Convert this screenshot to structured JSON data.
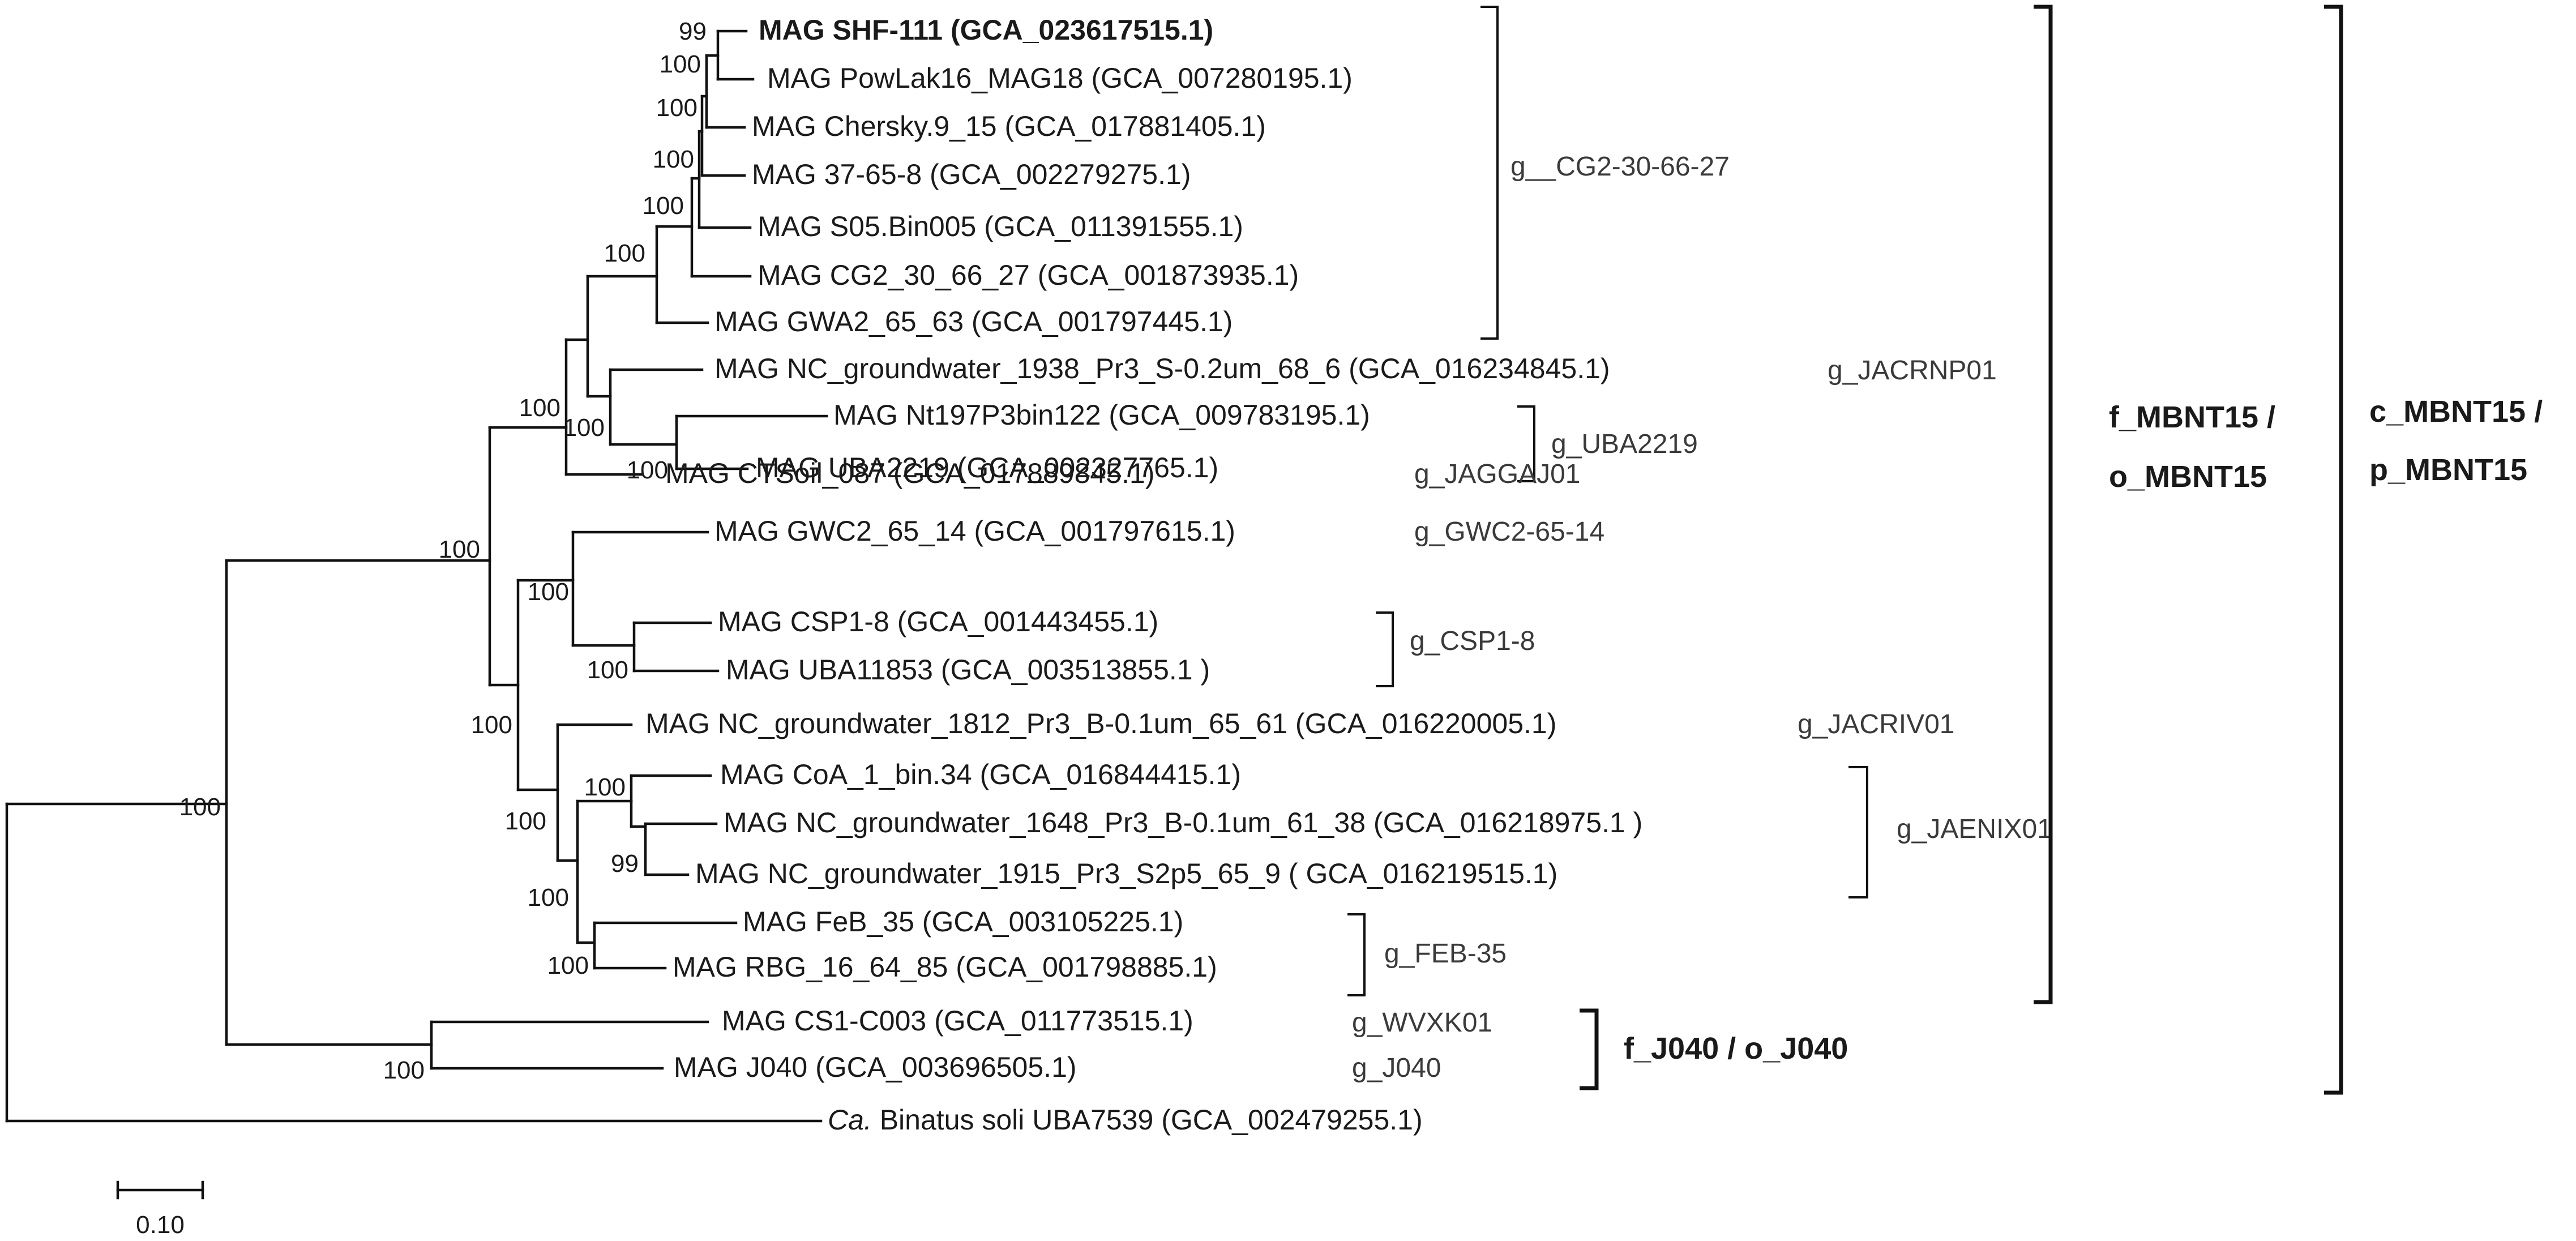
{
  "leaves": [
    {
      "label": "MAG SHF-111 (GCA_023617515.1)",
      "bold": true
    },
    {
      "label": "MAG PowLak16_MAG18 (GCA_007280195.1)"
    },
    {
      "label": "MAG Chersky.9_15 (GCA_017881405.1)"
    },
    {
      "label": "MAG 37-65-8 (GCA_002279275.1)"
    },
    {
      "label": "MAG S05.Bin005 (GCA_011391555.1)"
    },
    {
      "label": "MAG CG2_30_66_27 (GCA_001873935.1)"
    },
    {
      "label": "MAG GWA2_65_63 (GCA_001797445.1)"
    },
    {
      "label": "MAG NC_groundwater_1938_Pr3_S-0.2um_68_6 (GCA_016234845.1)"
    },
    {
      "label": "MAG Nt197P3bin122  (GCA_009783195.1)"
    },
    {
      "label": "MAG UBA2219 (GCA_002327765.1)"
    },
    {
      "label": "MAG CTSoil_087 (GCA_017889845.1)"
    },
    {
      "label": "MAG GWC2_65_14 (GCA_001797615.1)"
    },
    {
      "label": "MAG CSP1-8 (GCA_001443455.1)"
    },
    {
      "label": "MAG UBA11853 (GCA_003513855.1 )"
    },
    {
      "label": "MAG NC_groundwater_1812_Pr3_B-0.1um_65_61 (GCA_016220005.1)"
    },
    {
      "label": "MAG CoA_1_bin.34 (GCA_016844415.1)"
    },
    {
      "label": "MAG NC_groundwater_1648_Pr3_B-0.1um_61_38 (GCA_016218975.1 )"
    },
    {
      "label": "MAG NC_groundwater_1915_Pr3_S2p5_65_9 ( GCA_016219515.1)"
    },
    {
      "label": "MAG FeB_35 (GCA_003105225.1)"
    },
    {
      "label": "MAG RBG_16_64_85 (GCA_001798885.1)"
    },
    {
      "label": "MAG CS1-C003 (GCA_011773515.1)"
    },
    {
      "label": "MAG J040 (GCA_003696505.1)"
    },
    {
      "label_italic": "Ca.",
      "label": " Binatus soli UBA7539 (GCA_002479255.1)"
    }
  ],
  "support_values": [
    "99",
    "100",
    "100",
    "100",
    "100",
    "100",
    "100",
    "100",
    "100",
    "100",
    "100",
    "100",
    "100",
    "100",
    "100",
    "100",
    "99",
    "100",
    "100",
    "100"
  ],
  "genera": [
    "g__CG2-30-66-27",
    "g_JACRNP01",
    "g_UBA2219",
    "g_JAGGAJ01",
    "g_GWC2-65-14",
    "g_CSP1-8",
    "g_JACRIV01",
    "g_JAENIX01",
    "g_FEB-35",
    "g_WVXK01",
    "g_J040"
  ],
  "taxa": {
    "family_mbnt15_line1": "f_MBNT15 /",
    "family_mbnt15_line2": "o_MBNT15",
    "class_line1": "c_MBNT15 /",
    "class_line2": "p_MBNT15",
    "family_j040": "f_J040 / o_J040"
  },
  "scale_bar": {
    "label": "0.10",
    "length": 0.1
  }
}
